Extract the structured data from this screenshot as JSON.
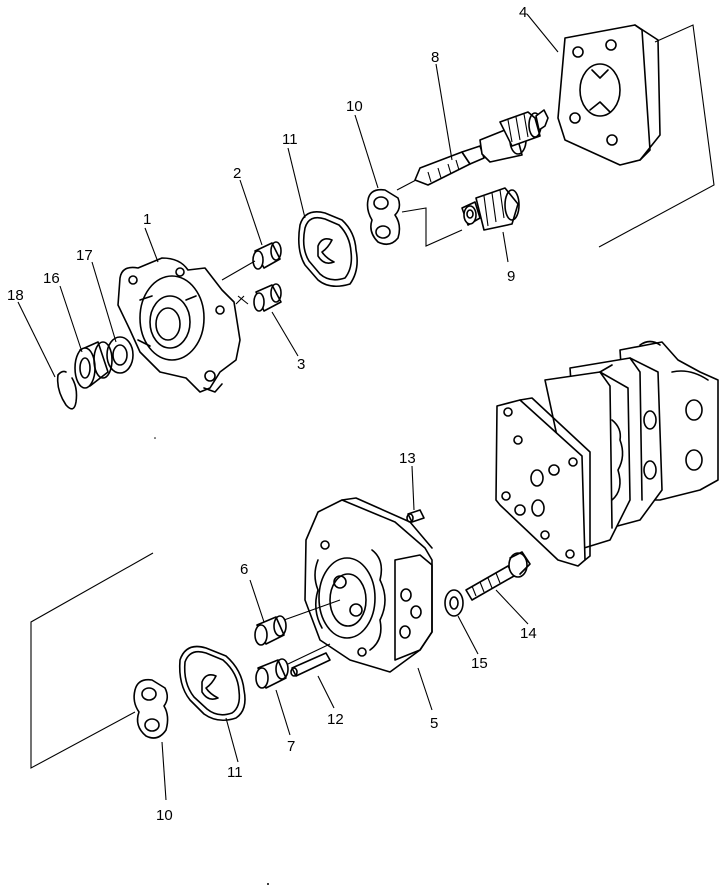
{
  "diagram": {
    "callouts": [
      {
        "id": "c1",
        "label": "1"
      },
      {
        "id": "c2",
        "label": "2"
      },
      {
        "id": "c3",
        "label": "3"
      },
      {
        "id": "c4",
        "label": "4"
      },
      {
        "id": "c5",
        "label": "5"
      },
      {
        "id": "c6",
        "label": "6"
      },
      {
        "id": "c7",
        "label": "7"
      },
      {
        "id": "c8",
        "label": "8"
      },
      {
        "id": "c9",
        "label": "9"
      },
      {
        "id": "c10a",
        "label": "10"
      },
      {
        "id": "c10b",
        "label": "10"
      },
      {
        "id": "c11a",
        "label": "11"
      },
      {
        "id": "c11b",
        "label": "11"
      },
      {
        "id": "c12",
        "label": "12"
      },
      {
        "id": "c13",
        "label": "13"
      },
      {
        "id": "c14",
        "label": "14"
      },
      {
        "id": "c15",
        "label": "15"
      },
      {
        "id": "c16",
        "label": "16"
      },
      {
        "id": "c17",
        "label": "17"
      },
      {
        "id": "c18",
        "label": "18"
      }
    ]
  }
}
